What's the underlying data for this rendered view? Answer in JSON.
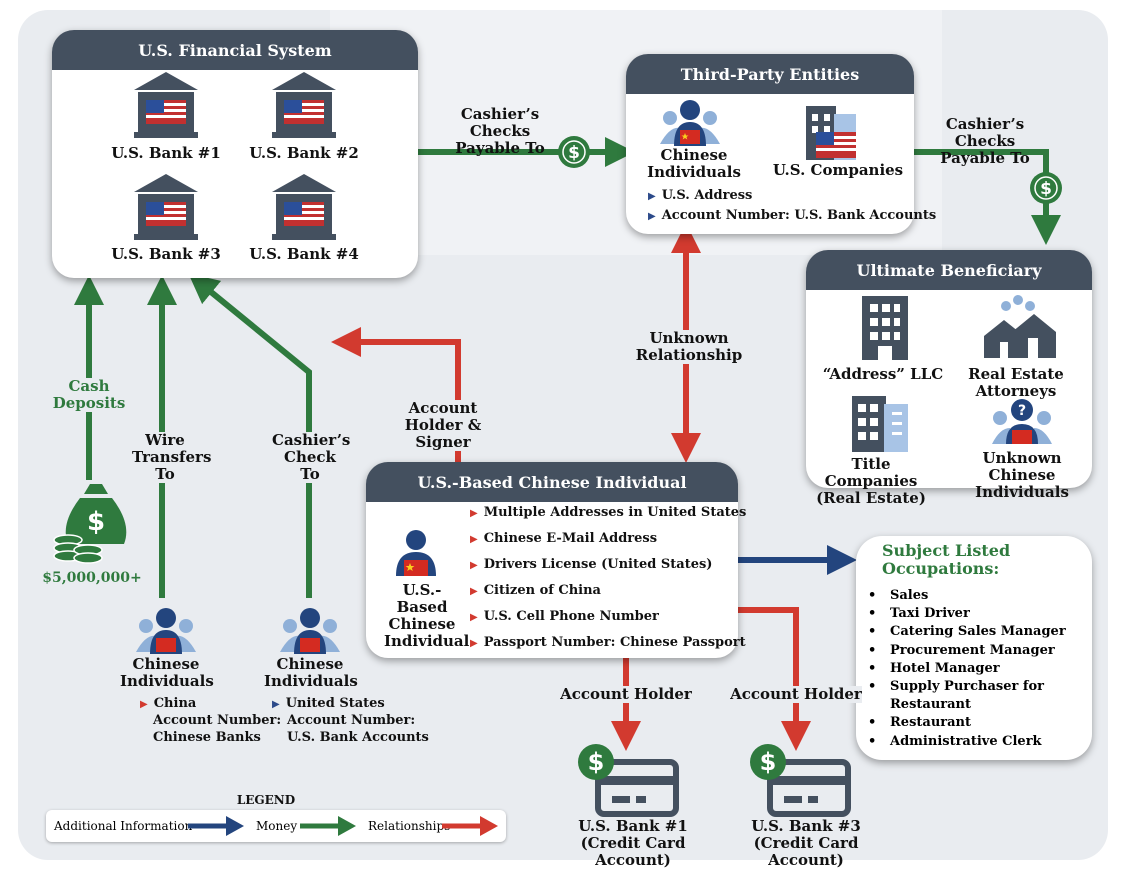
{
  "financial_system": {
    "title": "U.S. Financial System",
    "banks": [
      "U.S. Bank #1",
      "U.S. Bank #2",
      "U.S. Bank #3",
      "U.S. Bank #4"
    ]
  },
  "third_party": {
    "title": "Third-Party Entities",
    "individuals": "Chinese Individuals",
    "companies": "U.S. Companies",
    "details": [
      "U.S. Address",
      "Account Number: U.S. Bank Accounts"
    ]
  },
  "beneficiary": {
    "title": "Ultimate Beneficiary",
    "items": [
      "“Address” LLC",
      "Real Estate Attorneys",
      "Title Companies (Real Estate)",
      "Unknown Chinese Individuals"
    ]
  },
  "subject": {
    "title": "U.S.-Based Chinese Individual",
    "icon_label": "U.S.-Based Chinese Individual",
    "details": [
      "Multiple Addresses in United States",
      "Chinese E-Mail Address",
      "Drivers License (United States)",
      "Citizen of China",
      "U.S. Cell Phone Number",
      "Passport Number: Chinese Passport"
    ]
  },
  "occupations": {
    "title": "Subject Listed Occupations:",
    "items": [
      "Sales",
      "Taxi Driver",
      "Catering Sales Manager",
      "Procurement Manager",
      "Hotel Manager",
      "Supply Purchaser for Restaurant",
      "Restaurant",
      "Administrative Clerk"
    ]
  },
  "flows": {
    "checks_to_third": "Cashier’s Checks Payable To",
    "checks_to_beneficiary": "Cashier’s Checks Payable To",
    "unknown_relationship": "Unknown Relationship",
    "holder_signer": "Account Holder & Signer",
    "cash_deposits": "Cash Deposits",
    "wire_transfers": "Wire Transfers To",
    "cashiers_check": "Cashier’s Check To",
    "account_holder_1": "Account Holder",
    "account_holder_2": "Account Holder"
  },
  "cash": {
    "amount": "$5,000,000+"
  },
  "china_group": {
    "title": "Chinese Individuals",
    "details": [
      "China",
      "Account Number:",
      "Chinese Banks"
    ]
  },
  "us_group": {
    "title": "Chinese Individuals",
    "details": [
      "United States",
      "Account Number:",
      "U.S. Bank Accounts"
    ]
  },
  "cards": [
    "U.S. Bank #1 (Credit Card Account)",
    "U.S. Bank #3 (Credit Card Account)"
  ],
  "legend": {
    "title": "LEGEND",
    "additional": "Additional Information",
    "money": "Money",
    "relationships": "Relationships"
  },
  "colors": {
    "money": "#2f7a3e",
    "relationship": "#d23a2f",
    "info": "#23457e",
    "header": "#44505f"
  }
}
